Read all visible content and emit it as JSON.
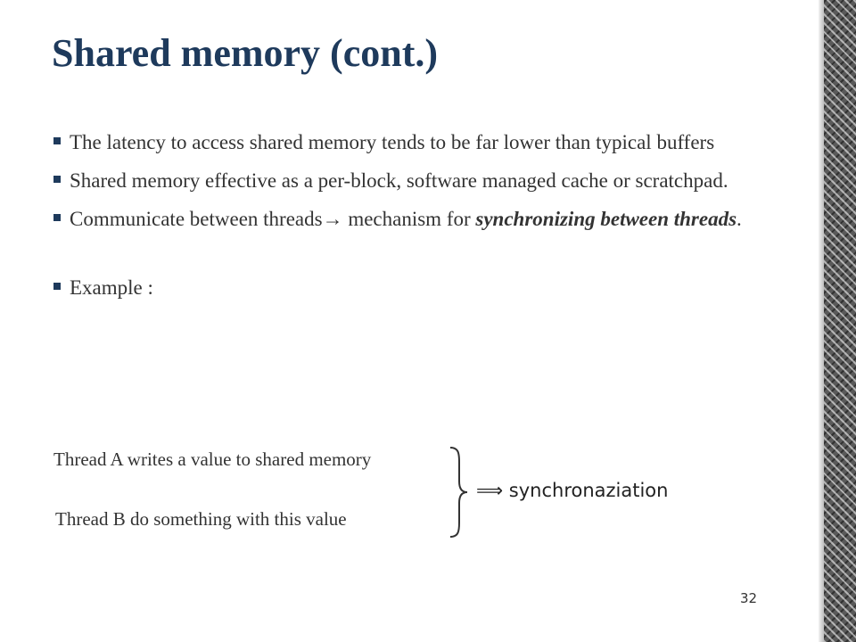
{
  "slide": {
    "title": "Shared memory (cont.)",
    "bullets": [
      {
        "text": "The latency to access shared memory tends to be far lower than typical buffers"
      },
      {
        "text": "Shared memory effective as a per-block, software managed cache or scratchpad."
      },
      {
        "prefix": "Communicate between threads→ mechanism for ",
        "emphasis": "synchronizing between threads",
        "suffix": "."
      },
      {
        "text": "Example :"
      }
    ],
    "example": {
      "line_a": "Thread A writes a value to shared memory",
      "line_b": "Thread B do something with this value",
      "result": "⟹ synchronaziation"
    },
    "page_number": "32"
  }
}
